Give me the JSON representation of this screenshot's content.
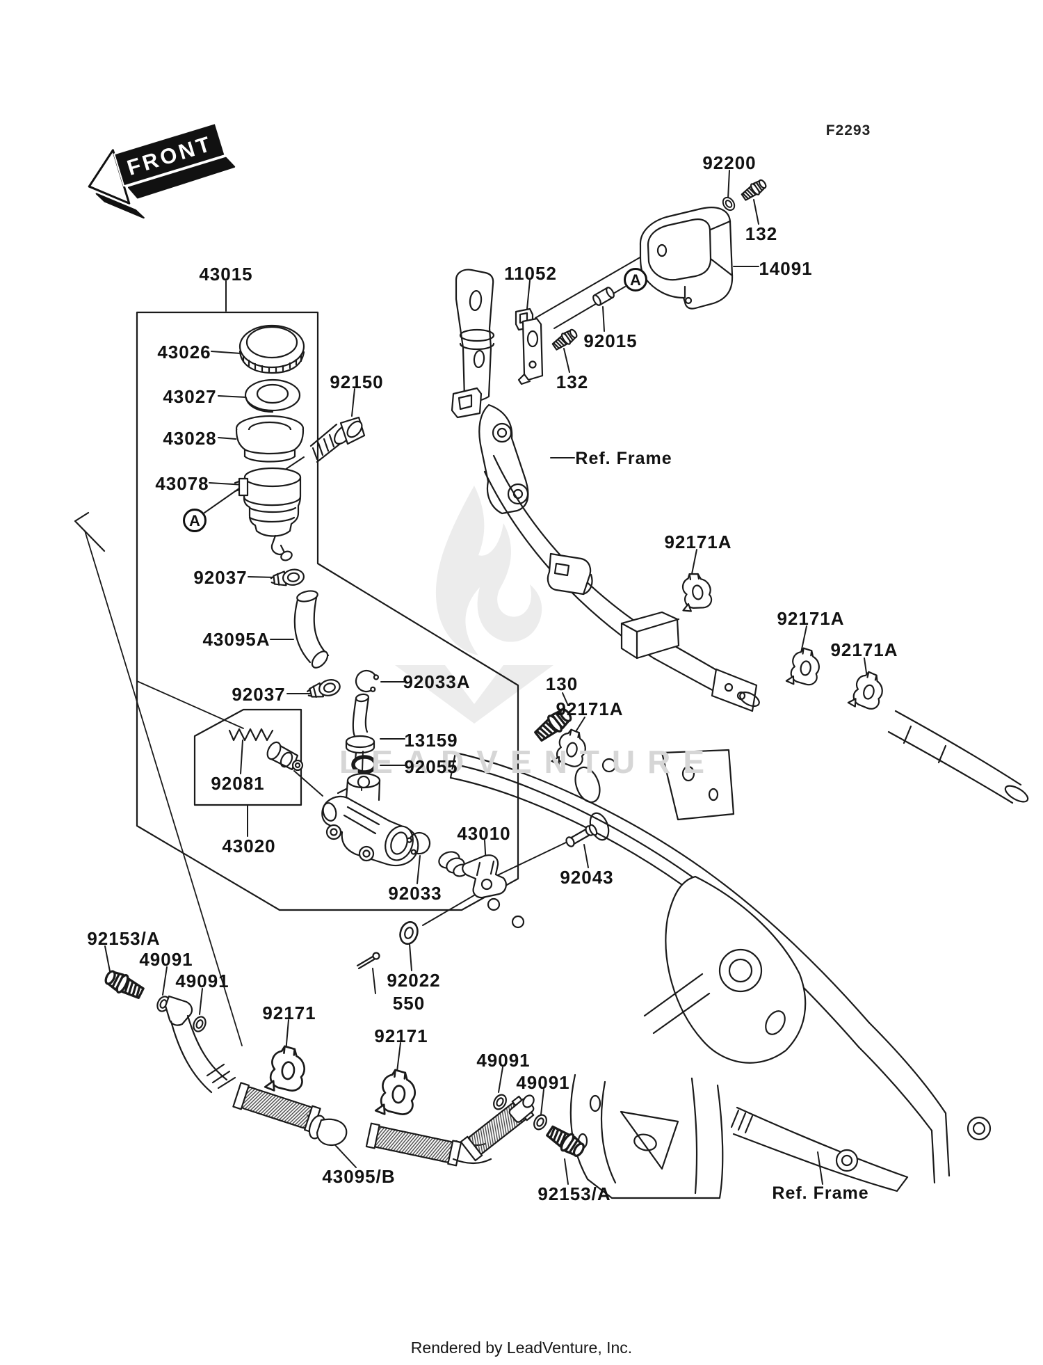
{
  "diagram": {
    "front_marker": "FRONT",
    "fiche_code": "F2293",
    "watermark_text": "LEADVENTURE",
    "footer": "Rendered by LeadVenture, Inc.",
    "callout_a": "A"
  },
  "labels": {
    "p43015": "43015",
    "p43026": "43026",
    "p43027": "43027",
    "p43028": "43028",
    "p43078": "43078",
    "p92150": "92150",
    "p92037_1": "92037",
    "p43095a": "43095A",
    "p92037_2": "92037",
    "p92033a": "92033A",
    "p130": "130",
    "p13159": "13159",
    "p92055": "92055",
    "p92081": "92081",
    "p43020": "43020",
    "p92033": "92033",
    "p43010": "43010",
    "p92043": "92043",
    "p92022": "92022",
    "p550": "550",
    "p92200": "92200",
    "p132_1": "132",
    "p14091": "14091",
    "p11052": "11052",
    "p92015": "92015",
    "p132_2": "132",
    "ref_frame_1": "Ref. Frame",
    "ref_frame_2": "Ref. Frame",
    "p92171a_1": "92171A",
    "p92171a_2": "92171A",
    "p92171a_3": "92171A",
    "p92171a_4": "92171A",
    "p92153a_1": "92153/A",
    "p49091_1": "49091",
    "p49091_2": "49091",
    "p92171_1": "92171",
    "p92171_2": "92171",
    "p49091_3": "49091",
    "p49091_4": "49091",
    "p43095b": "43095/B",
    "p92153a_2": "92153/A"
  }
}
